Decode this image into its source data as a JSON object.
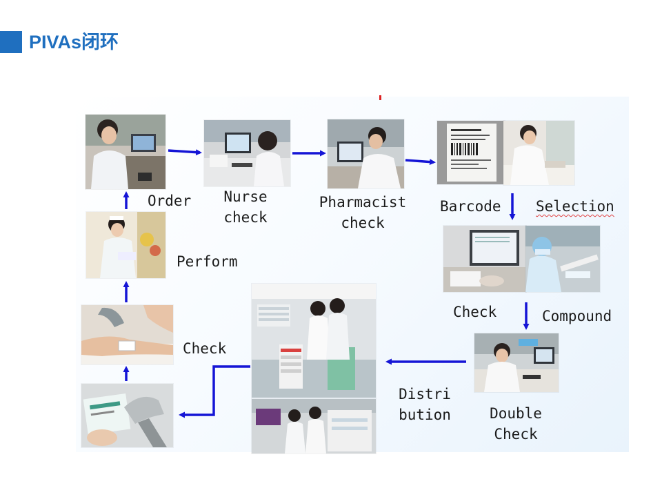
{
  "title": "PIVAs闭环",
  "steps": {
    "order": "Order",
    "nurse": [
      "Nurse",
      "check"
    ],
    "pharmacist": [
      "Pharmacist",
      "check"
    ],
    "barcode": "Barcode",
    "selection": "Selection",
    "check_mid": "Check",
    "compound": "Compound",
    "double": [
      "Double",
      "Check"
    ],
    "distribution": [
      "Distri",
      "bution"
    ],
    "check_left": "Check",
    "perform": "Perform"
  },
  "colors": {
    "arrow": "#1515d6",
    "title": "#1f6fbf"
  },
  "icons": [
    "arrow-right-icon",
    "arrow-down-icon",
    "arrow-left-icon",
    "arrow-up-icon"
  ]
}
